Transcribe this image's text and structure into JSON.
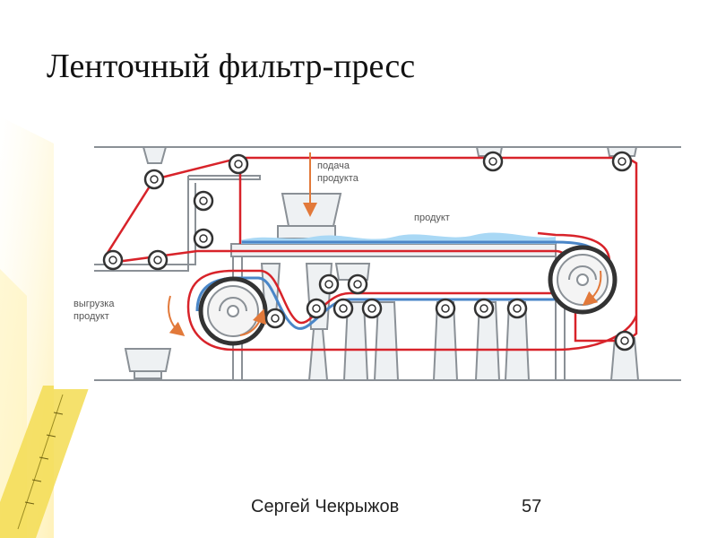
{
  "slide": {
    "title": "Ленточный фильтр-пресс",
    "author": "Сергей Чекрыжов",
    "page_number": "57"
  },
  "diagram": {
    "labels": {
      "feed_line1": "подача",
      "feed_line2": "продукта",
      "product": "продукт",
      "discharge_line1": "выгрузка",
      "discharge_line2": "продукт"
    },
    "colors": {
      "belt": "#d8232a",
      "filter_belt": "#4a86c8",
      "product": "#a9d8f5",
      "frame": "#8a9096",
      "arrow": "#e2793a",
      "label": "#555555"
    }
  }
}
